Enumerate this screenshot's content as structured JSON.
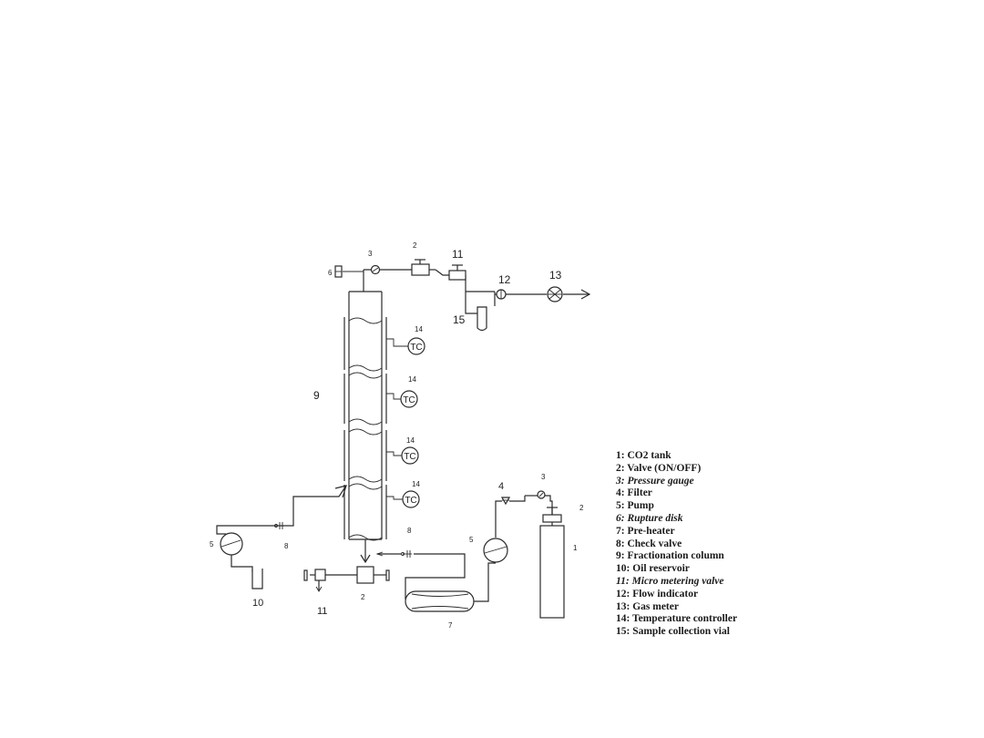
{
  "labels": {
    "l_1": "1",
    "l_2_top": "2",
    "l_2_bottom": "2",
    "l_2_right": "2",
    "l_3_top": "3",
    "l_3_right": "3",
    "l_4": "4",
    "l_5_left": "5",
    "l_5_right": "5",
    "l_6": "6",
    "l_7": "7",
    "l_8_left": "8",
    "l_8_right": "8",
    "l_9": "9",
    "l_10": "10",
    "l_11_top": "11",
    "l_11_bottom": "11",
    "l_12": "12",
    "l_13": "13",
    "l_14": "14",
    "l_15": "15",
    "tc": "TC"
  },
  "legend": [
    {
      "text": "1: CO2 tank",
      "italic": false
    },
    {
      "text": "2: Valve (ON/OFF)",
      "italic": false
    },
    {
      "text": "3: Pressure gauge",
      "italic": true
    },
    {
      "text": "4: Filter",
      "italic": false
    },
    {
      "text": "5: Pump",
      "italic": false
    },
    {
      "text": "6: Rupture disk",
      "italic": true
    },
    {
      "text": "7: Pre-heater",
      "italic": false
    },
    {
      "text": "8: Check valve",
      "italic": false
    },
    {
      "text": "9: Fractionation column",
      "italic": false
    },
    {
      "text": "10: Oil reservoir",
      "italic": false
    },
    {
      "text": "11: Micro metering valve",
      "italic": true
    },
    {
      "text": "12: Flow  indicator",
      "italic": false
    },
    {
      "text": "13: Gas meter",
      "italic": false
    },
    {
      "text": "14: Temperature controller",
      "italic": false
    },
    {
      "text": "15: Sample collection vial",
      "italic": false
    }
  ]
}
